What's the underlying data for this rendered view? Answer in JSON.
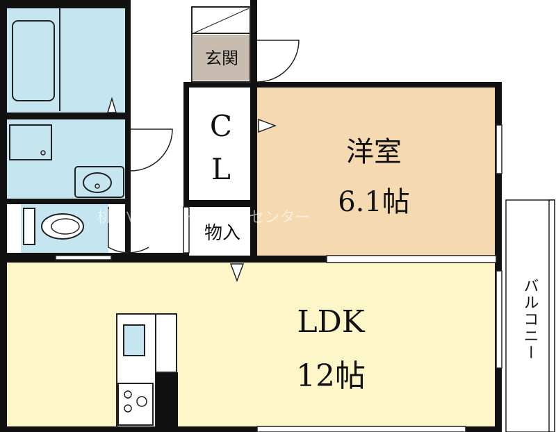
{
  "rooms": {
    "entrance": {
      "label": "玄関",
      "color": "#c8bcb0"
    },
    "closet": {
      "label_top": "C",
      "label_bottom": "L"
    },
    "storage": {
      "label": "物入"
    },
    "western_room": {
      "name": "洋室",
      "size": "6.1帖",
      "color": "#f5d9b1"
    },
    "ldk": {
      "name": "LDK",
      "size": "12帖",
      "color": "#fcf6c8"
    },
    "balcony": {
      "label": "バルコニー"
    }
  },
  "watermark": {
    "text": "桃 ハウジ ホーム 住宅センター"
  },
  "colors": {
    "wet_area": "#c5e6f1",
    "wall": "#111111"
  }
}
